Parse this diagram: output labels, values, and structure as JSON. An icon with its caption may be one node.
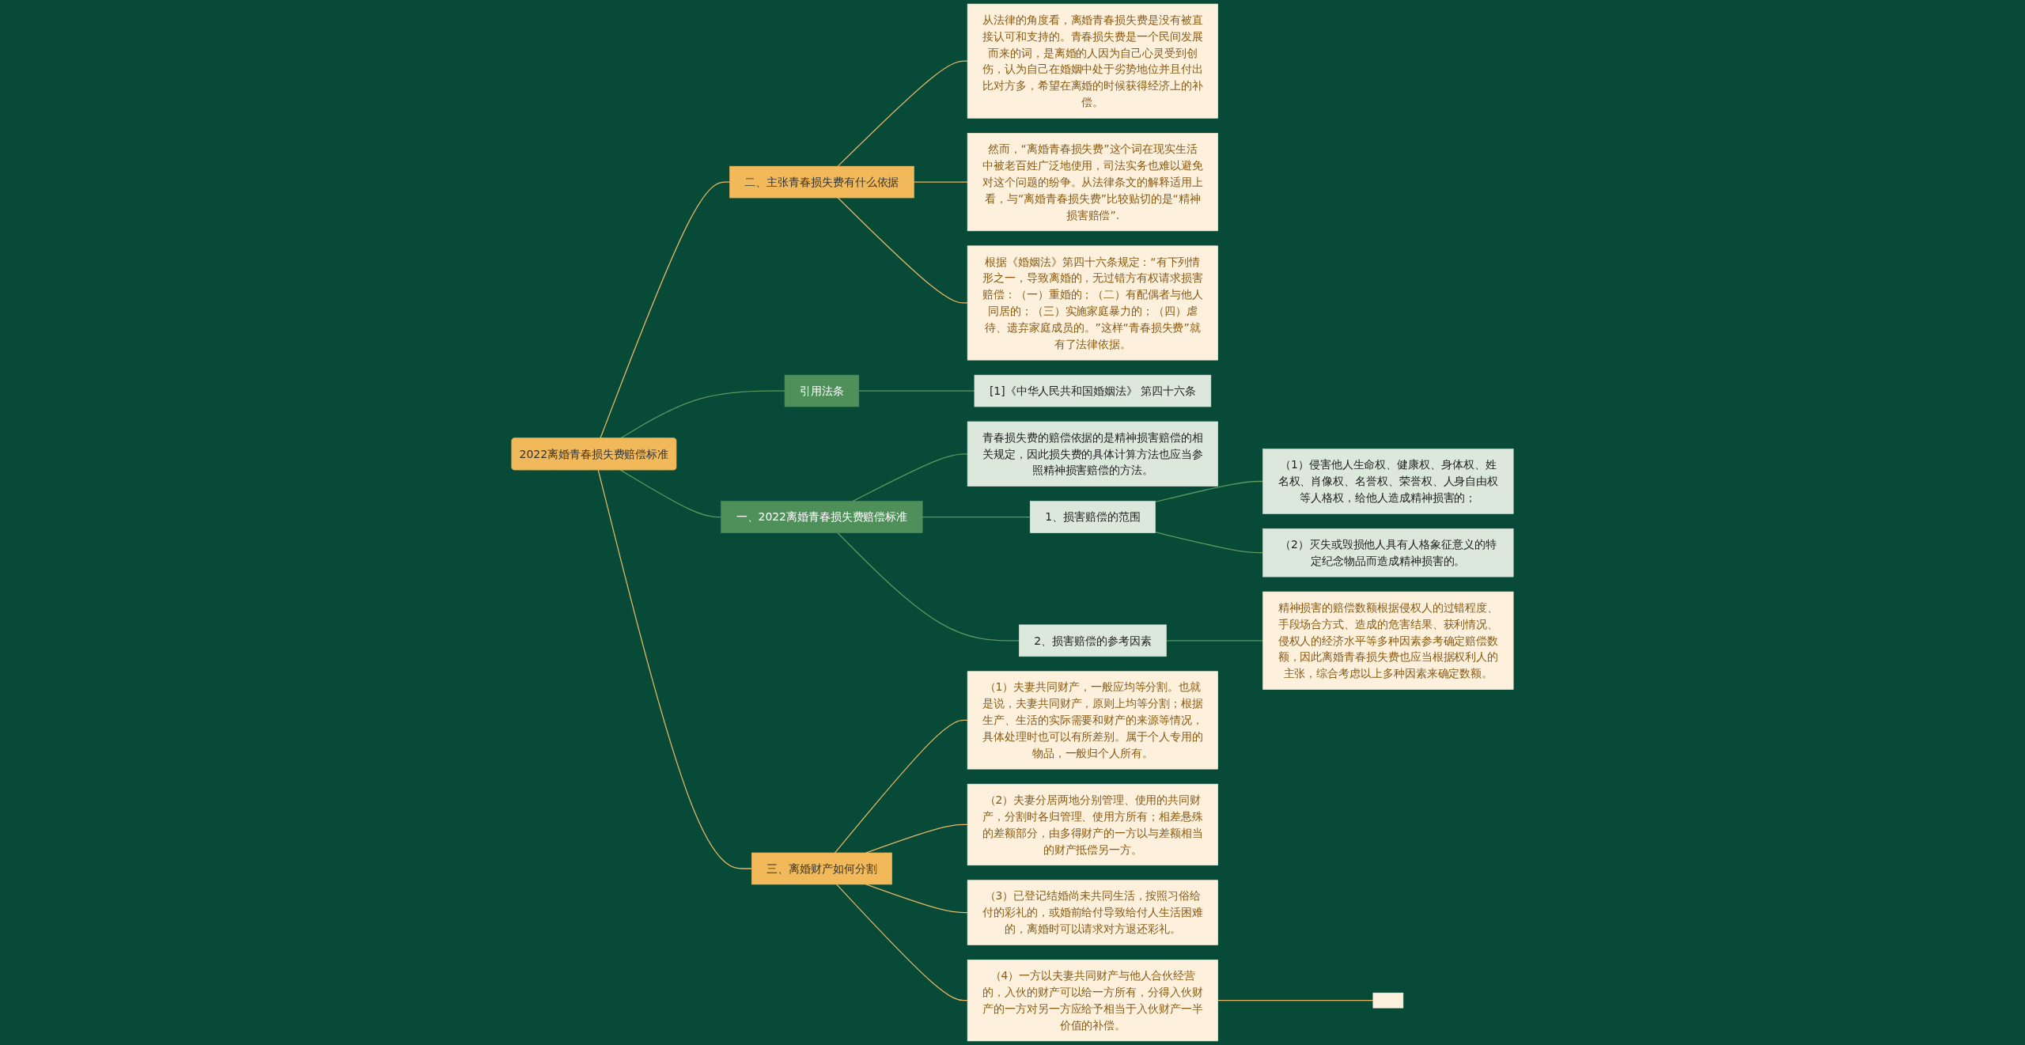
{
  "diagram": {
    "nodes": [
      {
        "text": [
          "2022离婚青春损失费赔偿标准"
        ]
      },
      {
        "text": [
          "二、主张青春损失费有什么依据"
        ]
      },
      {
        "text": [
          "从法律的角度看，离婚青春损失费是没有被直接认可和支持的。青春损失费是一个民间发展而来的词，是离婚的人因为自己心灵受到创伤，认为自己在婚姻中处于劣势地位并且付出比对方多，希望在离婚的时候获得经济上的补偿。"
        ]
      },
      {
        "text": [
          "然而，“离婚青春损失费”这个词在现实生活中被老百姓广泛地使用，司法实务也难以避免对这个问题的纷争。从法律条文的解释适用上看，与“离婚青春损失费”比较贴切的是“精神损害赔偿”."
        ]
      },
      {
        "text": [
          "根据《婚姻法》第四十六条规定：“有下列情形之一，导致离婚的，无过错方有权请求损害赔偿：（一）重婚的；（二）有配偶者与他人同居的；（三）实施家庭暴力的；（四）虐待、遗弃家庭成员的。”这样“青春损失费”就有了法律依据。"
        ]
      },
      {
        "text": [
          "引用法条"
        ]
      },
      {
        "text": [
          "[1]《中华人民共和国婚姻法》 第四十六条"
        ]
      },
      {
        "text": [
          "一、2022离婚青春损失费赔偿标准"
        ]
      },
      {
        "text": [
          "青春损失费的赔偿依据的是精神损害赔偿的相关规定，因此损失费的具体计算方法也应当参照精神损害赔偿的方法。"
        ]
      },
      {
        "text": [
          "1、损害赔偿的范围"
        ]
      },
      {
        "text": [
          "（1）侵害他人生命权、健康权、身体权、姓名权、肖像权、名誉权、荣誉权、人身自由权等人格权，给他人造成精神损害的；"
        ]
      },
      {
        "text": [
          "（2）灭失或毁损他人具有人格象征意义的特定纪念物品而造成精神损害的。"
        ]
      },
      {
        "text": [
          "2、损害赔偿的参考因素"
        ]
      },
      {
        "text": [
          "精神损害的赔偿数额根据侵权人的过错程度、手段场合方式、造成的危害结果、获利情况、侵权人的经济水平等多种因素参考确定赔偿数额，因此离婚青春损失费也应当根据权利人的主张，综合考虑以上多种因素来确定数额。"
        ]
      },
      {
        "text": [
          "三、离婚财产如何分割"
        ]
      },
      {
        "text": [
          "（1）夫妻共同财产，一般应均等分割。也就是说，夫妻共同财产，原则上均等分割；根据生产、生活的实际需要和财产的来源等情况，具体处理时也可以有所差别。属于个人专用的物品，一般归个人所有。"
        ]
      },
      {
        "text": [
          "（2）夫妻分居两地分别管理、使用的共同财产，分割时各归管理、使用方所有；相差悬殊的差额部分，由多得财产的一方以与差额相当的财产抵偿另一方。"
        ]
      },
      {
        "text": [
          "（3）已登记结婚尚未共同生活，按照习俗给付的彩礼的，或婚前给付导致给付人生活困难的，离婚时可以请求对方退还彩礼。"
        ]
      },
      {
        "text": [
          "（4）一方以夫妻共同财产与他人合伙经营的，入伙的财产可以给一方所有，分得入伙财产的一方对另一方应给予相当于入伙财产一半价值的补偿。"
        ]
      },
      {
        "text": [],
        "shape": "box"
      }
    ],
    "edges": [
      {
        "from": 0,
        "to": 1,
        "arrow": "none"
      },
      {
        "from": 1,
        "to": 2,
        "arrow": "none"
      },
      {
        "from": 1,
        "to": 3,
        "arrow": "none"
      },
      {
        "from": 1,
        "to": 4,
        "arrow": "none"
      },
      {
        "from": 0,
        "to": 5,
        "arrow": "none",
        "color": "#5a9a60"
      },
      {
        "from": 5,
        "to": 6,
        "arrow": "none",
        "color": "#5a9a60"
      },
      {
        "from": 0,
        "to": 7,
        "arrow": "none",
        "color": "#5a9a60"
      },
      {
        "from": 7,
        "to": 8,
        "arrow": "none",
        "color": "#5a9a60"
      },
      {
        "from": 7,
        "to": 9,
        "arrow": "none",
        "color": "#5a9a60"
      },
      {
        "from": 9,
        "to": 10,
        "arrow": "none",
        "color": "#5a9a60"
      },
      {
        "from": 9,
        "to": 11,
        "arrow": "none",
        "color": "#5a9a60"
      },
      {
        "from": 7,
        "to": 12,
        "arrow": "none",
        "color": "#5a9a60"
      },
      {
        "from": 12,
        "to": 13,
        "arrow": "none",
        "color": "#5a9a60"
      },
      {
        "from": 0,
        "to": 14,
        "arrow": "none"
      },
      {
        "from": 14,
        "to": 15,
        "arrow": "none"
      },
      {
        "from": 14,
        "to": 16,
        "arrow": "none"
      },
      {
        "from": 14,
        "to": 17,
        "arrow": "none"
      },
      {
        "from": 14,
        "to": 18,
        "arrow": "none"
      },
      {
        "from": 18,
        "to": 19,
        "arrow": "none"
      }
    ]
  }
}
